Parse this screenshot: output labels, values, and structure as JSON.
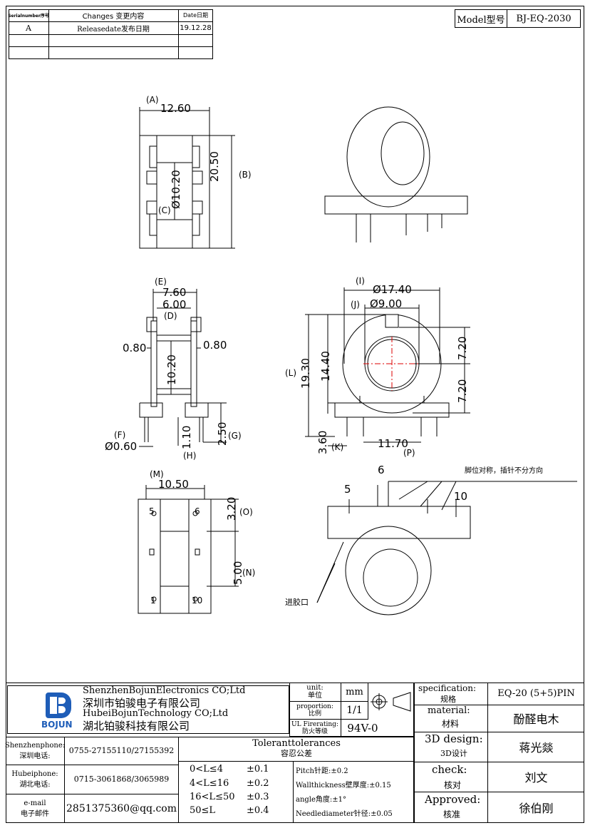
{
  "revision_table": {
    "headers": {
      "serial": "Serialnumber序号",
      "changes": "Changes 变更内容",
      "date": "Date日期"
    },
    "rows": [
      {
        "serial": "A",
        "changes": "Releasedate发布日期",
        "date": "19.12.28"
      }
    ]
  },
  "model": {
    "label": "Model型号",
    "value": "BJ-EQ-2030"
  },
  "views": {
    "top": {
      "A_label": "(A)",
      "A_value": "12.60",
      "B_label": "(B)",
      "B_value": "20.50",
      "C_label": "(C)",
      "C_value": "Ø10.20"
    },
    "side": {
      "E_label": "(E)",
      "E_value": "7.60",
      "D_value": "6.00",
      "D_label": "(D)",
      "left_value": "0.80",
      "right_value": "0.80",
      "inner_value": "10.20",
      "F_label": "(F)",
      "F_value": "Ø0.60",
      "H_label": "(H)",
      "H_value": "1.10",
      "G_value": "2.50",
      "G_label": "(G)"
    },
    "front": {
      "I_label": "(I)",
      "I_value": "Ø17.40",
      "J_label": "(J)",
      "J_value": "Ø9.00",
      "top_half": "7.20",
      "bottom_half": "7.20",
      "L_label": "(L)",
      "L_value": "19.30",
      "inner_height": "14.40",
      "K_value": "3.60",
      "K_label": "(K)",
      "P_value": "11.70",
      "P_label": "(P)"
    },
    "bottom": {
      "M_label": "(M)",
      "M_value": "10.50",
      "O_value": "3.20",
      "O_label": "(O)",
      "N_value": "5.00",
      "N_label": "(N)",
      "pin5": "5",
      "pin6": "6",
      "pin1": "1",
      "pin10": "10"
    },
    "iso": {
      "pin6": "6",
      "pin5": "5",
      "pin10": "10",
      "note": "脚位对称，插针不分方向",
      "gate": "进胶口"
    }
  },
  "title_block": {
    "company_en1": "ShenzhenBojunElectronics CO;Ltd",
    "company_cn1": "深圳市铂骏电子有限公司",
    "company_en2": "HubeiBojunTechnology CO;Ltd",
    "company_cn2": "湖北铂骏科技有限公司",
    "logo_text": "BOJUN",
    "unit_label": "unit:\n单位",
    "unit_value": "mm",
    "proportion_label": "proportion:\n比例",
    "proportion_value": "1/1",
    "ul_label": "UL Firerating:\n防火等级",
    "ul_value": "94V-0",
    "spec_label": "specification:",
    "spec_label_cn": "规格",
    "spec_value": "EQ-20 (5+5)PIN",
    "material_label": "material:",
    "material_label_cn": "材料",
    "material_value": "酚醛电木",
    "design_label": "3D design:",
    "design_label_cn": "3D设计",
    "design_value": "蒋光燚",
    "check_label": "check:",
    "check_label_cn": "核对",
    "check_value": "刘文",
    "approved_label": "Approved:",
    "approved_label_cn": "核准",
    "approved_value": "徐伯刚",
    "sz_phone_label": "Shenzhenphone:",
    "sz_phone_label_cn": "深圳电话:",
    "sz_phone": "0755-27155110/27155392",
    "hb_phone_label": "Hubeiphone:",
    "hb_phone_label_cn": "湖北电话:",
    "hb_phone": "0715-3061868/3065989",
    "email_label": "e-mail",
    "email_label_cn": "电子邮件",
    "email": "2851375360@qq.com",
    "tol_title": "Toleranttolerances",
    "tol_title_cn": "容忍公差",
    "tolerances": [
      {
        "range": "0<L≤4",
        "value": "±0.1"
      },
      {
        "range": "4<L≤16",
        "value": "±0.2"
      },
      {
        "range": "16<L≤50",
        "value": "±0.3"
      },
      {
        "range": "50≤L",
        "value": "±0.4"
      }
    ],
    "notes": [
      "Pitch针距:±0.2",
      "Wallthickness壁厚度:±0.15",
      "angle角度:±1°",
      "Needlediameter针径:±0.05"
    ]
  }
}
